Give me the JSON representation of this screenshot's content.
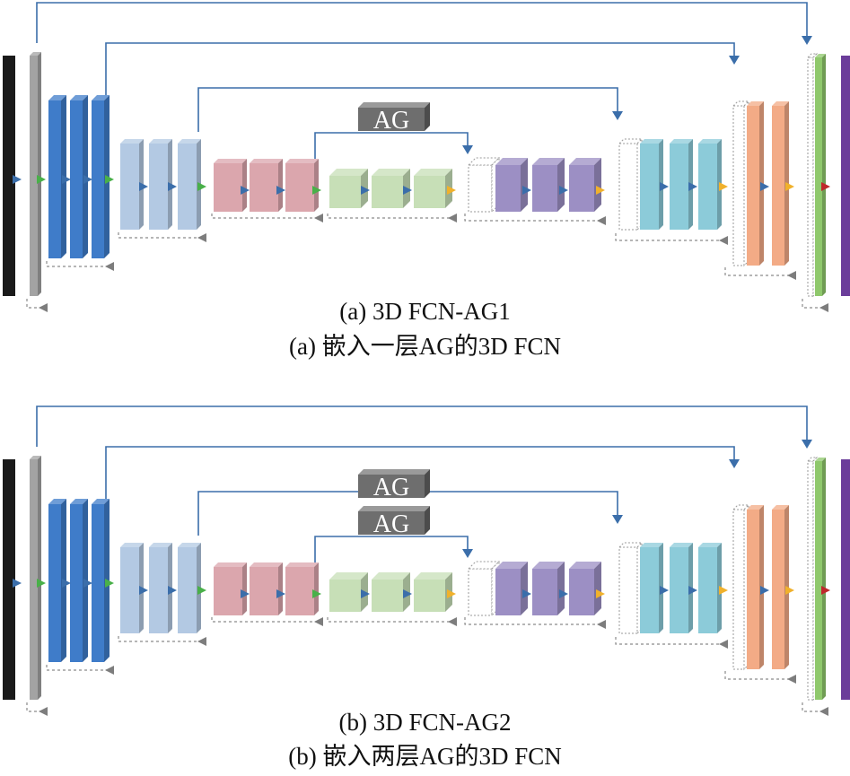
{
  "diagrams": [
    {
      "caption_en": "(a) 3D FCN-AG1",
      "caption_cn": "(a) 嵌入一层AG的3D FCN",
      "gates": [
        "AG"
      ]
    },
    {
      "caption_en": "(b) 3D FCN-AG2",
      "caption_cn": "(b) 嵌入两层AG的3D FCN",
      "gates": [
        "AG",
        "AG"
      ]
    }
  ],
  "colors": {
    "input": "#1a1a1a",
    "enc1": "#a3a3a3",
    "enc2": "#3f7cc9",
    "enc3": "#b3c9e3",
    "enc4": "#dba6ad",
    "bottleneck": "#c7dfb7",
    "dec1": "#9c8fc4",
    "dec2": "#8ccbd9",
    "dec3": "#f3ab86",
    "dec4": "#8fc86c",
    "output": "#6b3d9a",
    "ag_box": "#6e6e6e",
    "skip_line": "#3b6eaa",
    "dashed": "#8a8a8a",
    "arrow_blue": "#3b6eaa",
    "arrow_green": "#49b049",
    "arrow_orange": "#f0b12c",
    "arrow_red": "#c0282c"
  }
}
